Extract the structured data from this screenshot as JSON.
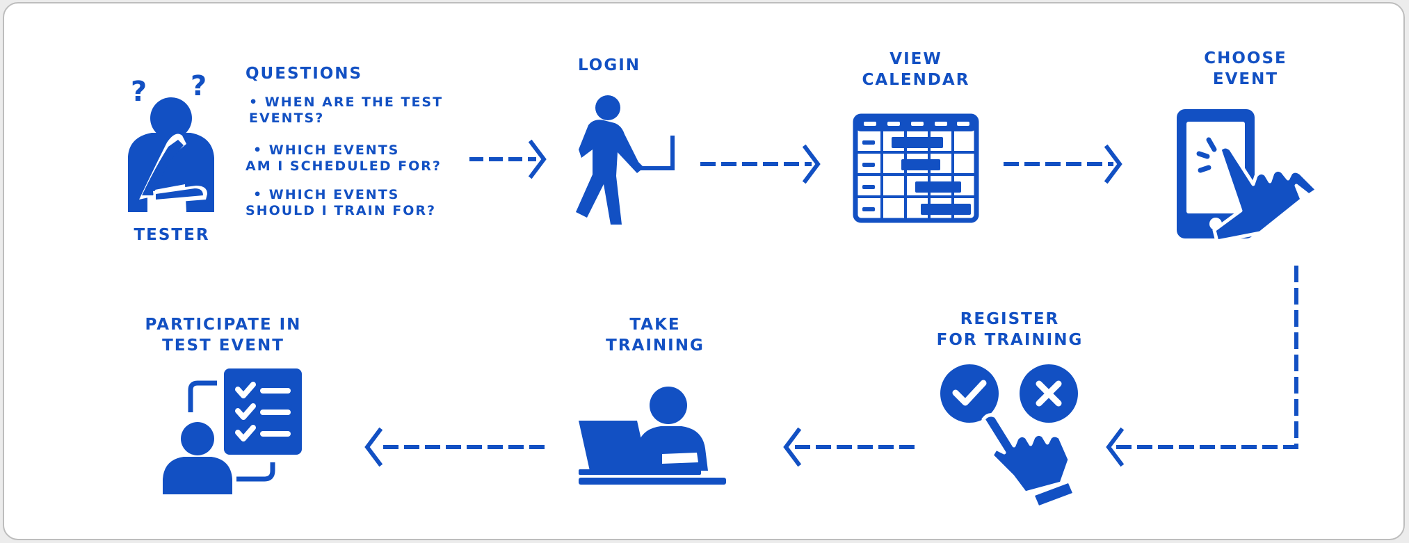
{
  "colors": {
    "primary": "#1250c3",
    "background": "#ffffff",
    "frame": "#ececec"
  },
  "tester": {
    "label": "TESTER",
    "icon": "thinking-person-icon"
  },
  "questions": {
    "title": "QUESTIONS",
    "q1_line1": "• WHEN ARE THE TEST",
    "q1_line2": "EVENTS?",
    "q2_line1": "• WHICH EVENTS",
    "q2_line2": "AM I SCHEDULED FOR?",
    "q3_line1": "• WHICH EVENTS",
    "q3_line2": "SHOULD I TRAIN FOR?"
  },
  "steps": {
    "login": {
      "label": "LOGIN",
      "icon": "person-with-laptop-icon"
    },
    "view_calendar": {
      "line1": "VIEW",
      "line2": "CALENDAR",
      "icon": "calendar-icon"
    },
    "choose_event": {
      "line1": "CHOOSE",
      "line2": "EVENT",
      "icon": "phone-tap-icon"
    },
    "register": {
      "line1": "REGISTER",
      "line2": "FOR TRAINING",
      "icon": "check-x-choice-icon"
    },
    "take_training": {
      "line1": "TAKE",
      "line2": "TRAINING",
      "icon": "person-at-laptop-icon"
    },
    "participate": {
      "line1": "PARTICIPATE IN",
      "line2": "TEST EVENT",
      "icon": "person-checklist-icon"
    }
  }
}
